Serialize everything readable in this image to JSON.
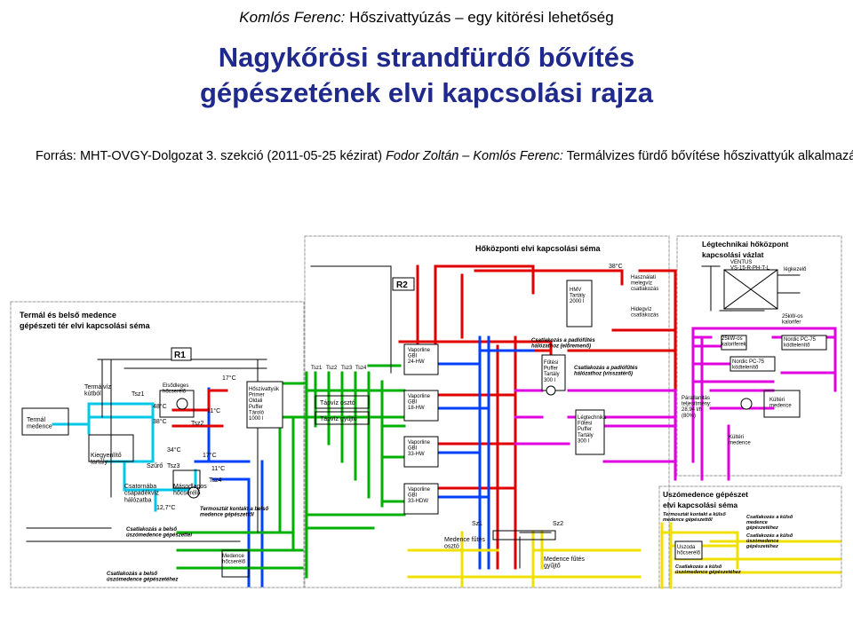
{
  "header": {
    "author": "Komlós Ferenc:",
    "subtitle": "Hőszivattyúzás – egy kitörési lehetőség",
    "title_line1": "Nagykőrösi strandfürdő bővítés",
    "title_line2": "gépészetének elvi kapcsolási rajza"
  },
  "source": {
    "prefix": "Forrás: MHT-OVGY-Dolgozat 3. szekció (2011-05-25 kézirat)",
    "authors": "Fodor Zoltán – Komlós Ferenc:",
    "work": "Termálvizes fürdő bővítése hőszivattyúk alkalmazásával"
  },
  "colors": {
    "title": "#1f2a8c",
    "hot": "#e00000",
    "green": "#00b000",
    "cyan": "#00c8e8",
    "blue": "#0040ff",
    "magenta": "#e000e0",
    "yellow": "#f0e000",
    "black": "#000000"
  },
  "left_panel": {
    "title1": "Termál és belső medence",
    "title2": "gépészeti tér elvi kapcsolási séma",
    "r1": "R1",
    "termal_kutbol": "Termálvíz\nkútból",
    "tsz1": "Tsz1",
    "elodleges": "Elsődleges\nhőcserélő",
    "hoszivattyuk": "Hőszivattyúk\nPrimer\nOldali\nPuffer\nTároló\n1000 l",
    "temp_17c": "17°C",
    "temp_48c": "48°C",
    "temp_11c_a": "11°C",
    "temp_38c": "38°C",
    "tsz2": "Tsz2",
    "termal_medence": "Termál\nmedence",
    "kiegyenlito": "Kiegyenlítő\ntartály",
    "temp_34c": "34°C",
    "temp_17c_b": "17°C",
    "temp_11c_b": "11°C",
    "szuro": "Szűrő",
    "tsz3": "Tsz3",
    "masodlagos": "Másodlagos\nhőcserélő",
    "tsz4": "Tsz4",
    "csatorna": "Csatornába\ncsapadékvíz\nhálózatba",
    "temp_127c": "12,7°C",
    "termosztat": "Termosztát kontakt a belső\nmedence gépészettől",
    "csatl_uszomed": "Csatlakozás a belső\núszómedence gépészettel",
    "medence_hocs": "Medence\nhőcserélő",
    "csatl_uszomed2": "Csatlakozás a belső\núszómedence gépészetéhez"
  },
  "center_panel": {
    "title": "Hőközponti  elvi kapcsolási séma",
    "r2": "R2",
    "temp_38c": "38°C",
    "hmv": "HMV\nTartály\n2000 l",
    "hasznalati": "Használati\nmelegvíz\ncsatlakozás",
    "hidegviz": "Hidegvíz\ncsatlakozás",
    "hp1": "Vaporline\nGBI\n24-HW",
    "hp2": "Vaporline\nGBI\n18-HW",
    "hp3": "Vaporline\nGBI\n33-HW",
    "hp4": "Vaporline\nGBI\n33-HDW",
    "tapviz_oszto": "Tápvíz osztó",
    "tapviz_gyujto": "Tápvíz gyűjtő",
    "tsz_labels": [
      "Tsz1",
      "Tsz2",
      "Tsz3",
      "Tsz4"
    ],
    "csatl_padlo1": "Csatlakozás a padlófűtés\nhálózathoz (előremenő)",
    "futesi_puffer": "Fűtési\nPuffer\nTartály\n300 l",
    "csatl_padlo2": "Csatlakozás a padlófűtés\nhálózathoz (visszatérő)",
    "legtechnika_puffer": "Légtechnika\nFűtési\nPuffer\nTartály\n300 l",
    "sz1": "Sz1",
    "sz2": "Sz2",
    "medence_oszto": "Medence fűtés\nosztó",
    "medence_gyujto": "Medence fűtés\ngyűjtő"
  },
  "right_panel": {
    "title1": "Légtechnikai hőközpont",
    "title2": "kapcsolási vázlat",
    "ventus": "VENTUS\nVS-15-R-PH-T-L",
    "legkezelo": "légkezelő",
    "kw25_kal": "25kW-os\nkaloriferek",
    "kw25_kal2": "25kW-os\nkalorifer",
    "nordic75": "Nordic PC-75\nködtelenítő",
    "nordic75b": "Nordic PC-75\nködtelenítő",
    "kulteri_medence": "Kültéri\nmedence",
    "paratlanitas": "Páratlanítás\nteljesítmény:\n28,94 l/h\n(80%)",
    "kulteri_medence2": "Kültéri\nmedence",
    "uszo_title1": "Uszómedence gépészet",
    "uszo_title2": "elvi kapcsolási séma",
    "termosztat_kulso": "Termosztát kontakt a külső\nmedence gépészettől",
    "csatl_kulso1": "Csatlakozás a külső\nmedence\ngépészetéhez",
    "csatl_kulso2": "Csatlakozás a külső\núszómedence\ngépészetéhez",
    "uszoda_hocs": "Uszoda\nhőcserélő",
    "csatl_kulso3": "Csatlakozás a külső\núszómedence gépészetéhez"
  }
}
